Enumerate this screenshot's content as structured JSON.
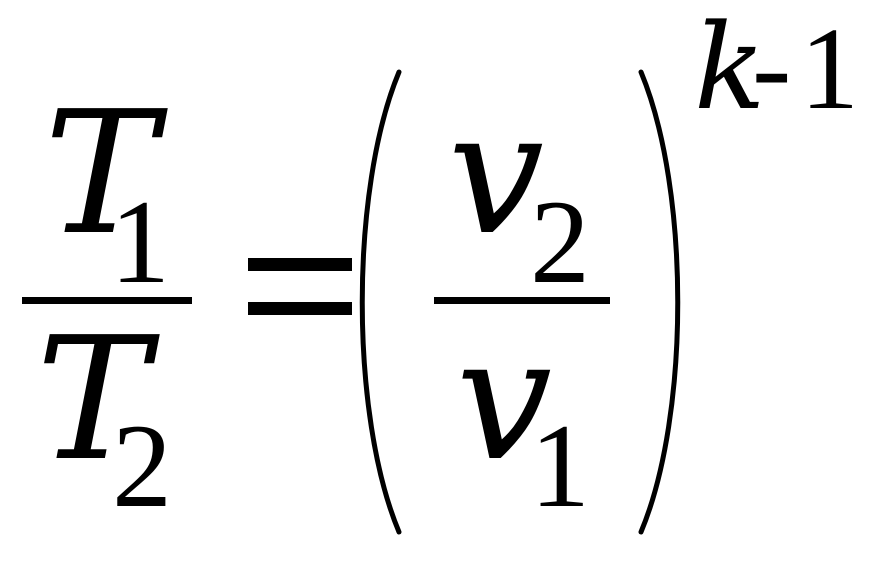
{
  "formula": {
    "lhs": {
      "numerator": {
        "symbol": "T",
        "subscript": "1"
      },
      "denominator": {
        "symbol": "T",
        "subscript": "2"
      }
    },
    "operator": "=",
    "rhs": {
      "numerator": {
        "symbol": "v",
        "subscript": "2"
      },
      "denominator": {
        "symbol": "v",
        "subscript": "1"
      },
      "exponent": {
        "base": "k",
        "operator": "-",
        "value": "1"
      }
    }
  },
  "colors": {
    "ink": "#000000",
    "background": "#ffffff"
  }
}
